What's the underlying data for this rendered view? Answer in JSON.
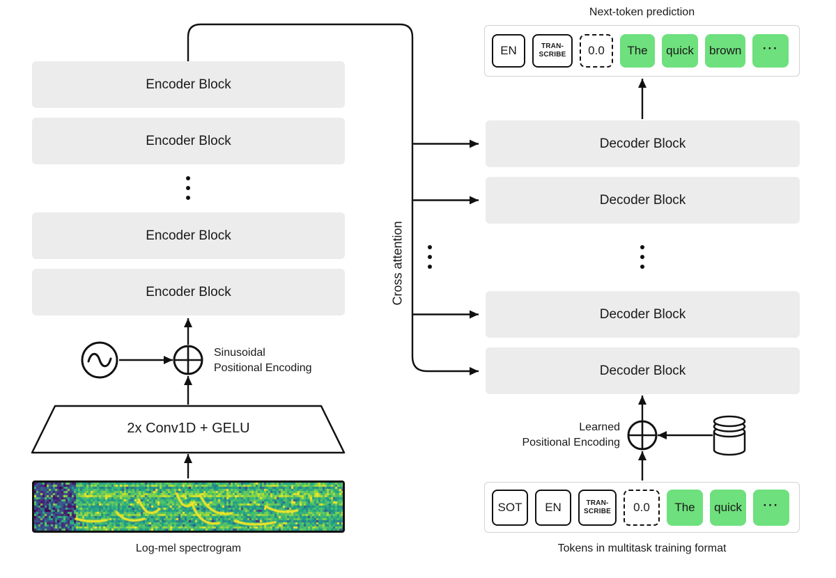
{
  "encoder": {
    "blocks": [
      "Encoder Block",
      "Encoder Block",
      "Encoder Block",
      "Encoder Block"
    ],
    "conv_label": "2x Conv1D + GELU",
    "positional_encoding": {
      "line1": "Sinusoidal",
      "line2": "Positional Encoding"
    }
  },
  "decoder": {
    "blocks": [
      "Decoder Block",
      "Decoder Block",
      "Decoder Block",
      "Decoder Block"
    ],
    "positional_encoding": {
      "line1": "Learned",
      "line2": "Positional Encoding"
    }
  },
  "cross_attention_label": "Cross attention",
  "output_row": {
    "title": "Next-token prediction",
    "tokens": [
      {
        "label": "EN",
        "kind": "special"
      },
      {
        "label": "TRAN-\nSCRIBE",
        "kind": "special"
      },
      {
        "label": "0.0",
        "kind": "timestamp"
      },
      {
        "label": "The",
        "kind": "text"
      },
      {
        "label": "quick",
        "kind": "text"
      },
      {
        "label": "brown",
        "kind": "text"
      },
      {
        "label": "···",
        "kind": "ellipsis"
      }
    ]
  },
  "input_row": {
    "caption": "Tokens in multitask training format",
    "tokens": [
      {
        "label": "SOT",
        "kind": "special"
      },
      {
        "label": "EN",
        "kind": "special"
      },
      {
        "label": "TRAN-\nSCRIBE",
        "kind": "special"
      },
      {
        "label": "0.0",
        "kind": "timestamp"
      },
      {
        "label": "The",
        "kind": "text"
      },
      {
        "label": "quick",
        "kind": "text"
      },
      {
        "label": "···",
        "kind": "ellipsis"
      }
    ]
  },
  "spectrogram": {
    "caption": "Log-mel spectrogram",
    "colormap": [
      "#440154",
      "#46327e",
      "#365c8d",
      "#277f8e",
      "#1fa187",
      "#4ac16d",
      "#a0da39",
      "#fde725"
    ]
  },
  "icons": {
    "sine": "sine-wave-icon",
    "plus_left": "plus-circle-icon",
    "plus_right": "plus-circle-icon",
    "embeddings": "token-embedding-stack-icon"
  },
  "colors": {
    "block_fill": "#ececec",
    "token_green": "#6ee07d",
    "outline": "#111111",
    "container_border": "#d2d2d2",
    "text": "#191919"
  }
}
